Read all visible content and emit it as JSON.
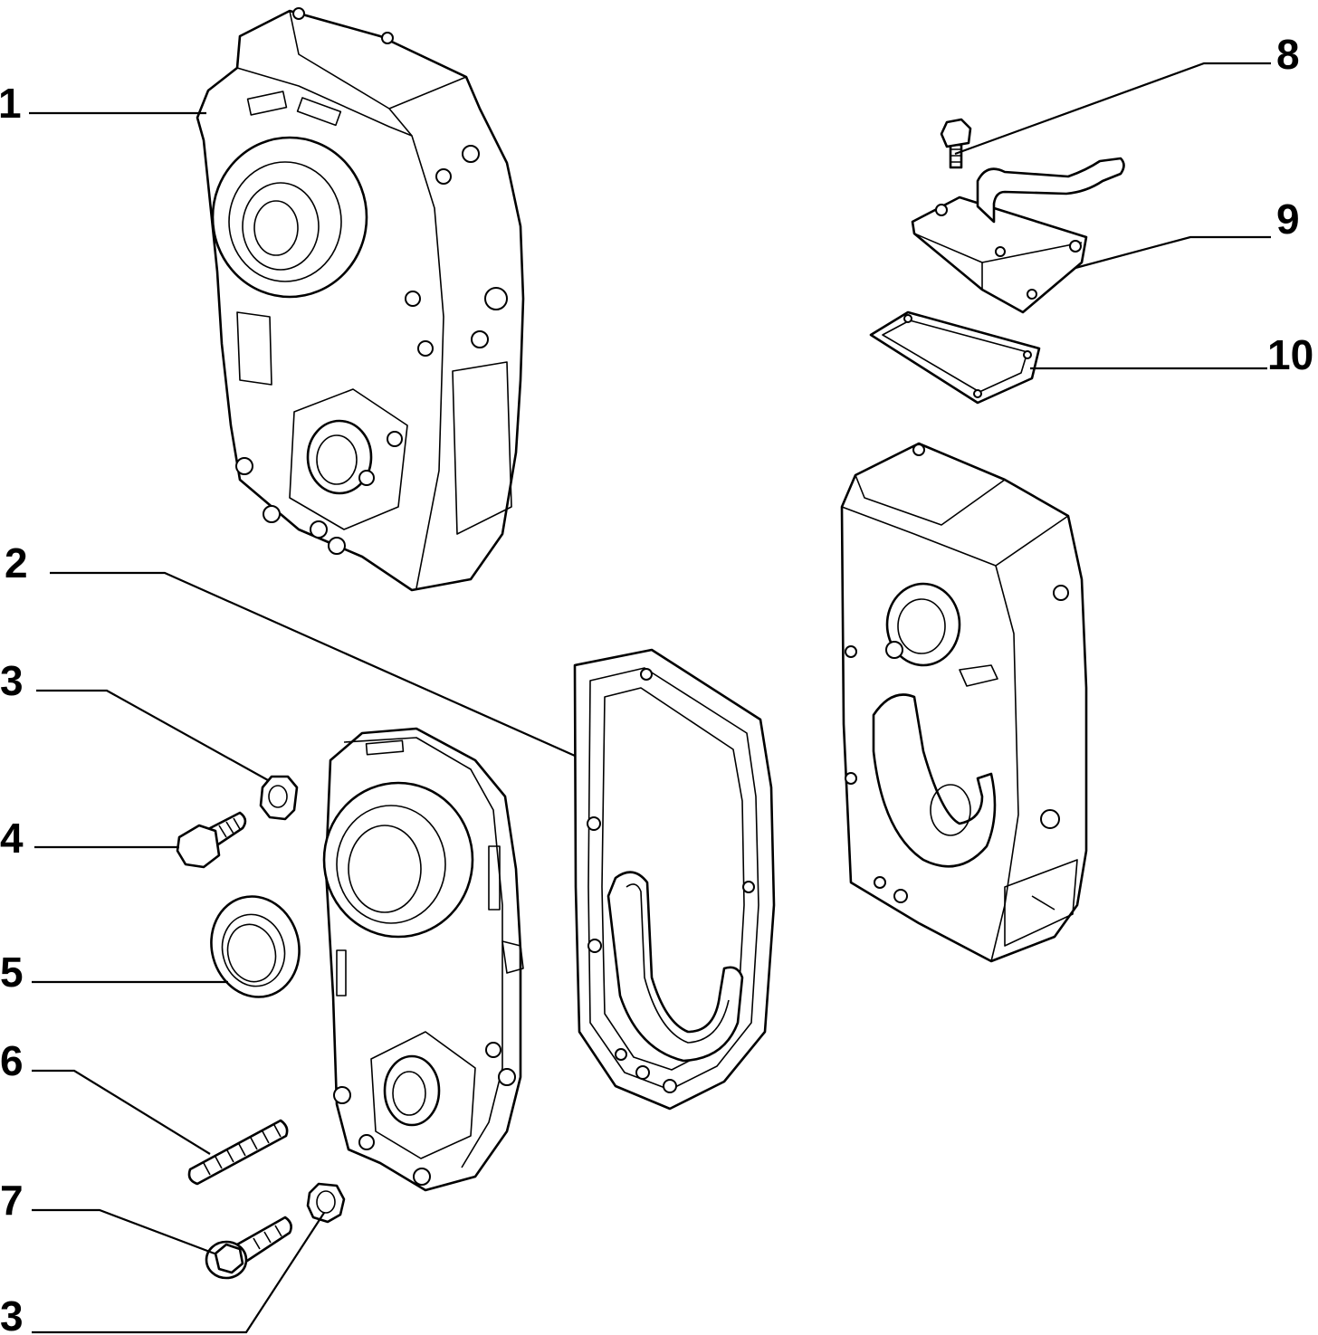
{
  "diagram": {
    "callouts": [
      {
        "id": "c1",
        "text": "1"
      },
      {
        "id": "c2",
        "text": "2"
      },
      {
        "id": "c3a",
        "text": "3"
      },
      {
        "id": "c4",
        "text": "4"
      },
      {
        "id": "c5",
        "text": "5"
      },
      {
        "id": "c6",
        "text": "6"
      },
      {
        "id": "c7",
        "text": "7"
      },
      {
        "id": "c3b",
        "text": "3"
      },
      {
        "id": "c8",
        "text": "8"
      },
      {
        "id": "c9",
        "text": "9"
      },
      {
        "id": "c10",
        "text": "10"
      }
    ]
  }
}
